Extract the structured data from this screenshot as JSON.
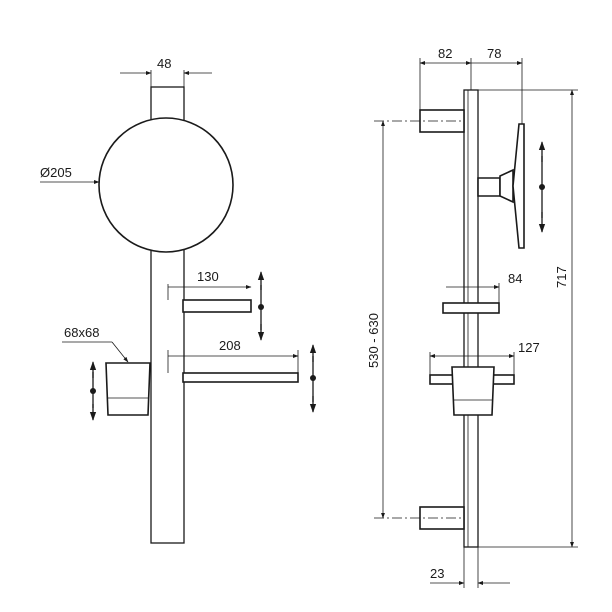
{
  "front_view": {
    "top_width": "48",
    "mirror_diameter": "Ø205",
    "upper_shelf_width": "130",
    "lower_shelf_width": "208",
    "cup_size": "68x68"
  },
  "side_view": {
    "mirror_offset_left": "82",
    "mirror_offset_right": "78",
    "upper_shelf_depth": "84",
    "lower_shelf_depth": "127",
    "bracket_spacing": "530 - 630",
    "total_height": "717",
    "rail_width": "23"
  }
}
